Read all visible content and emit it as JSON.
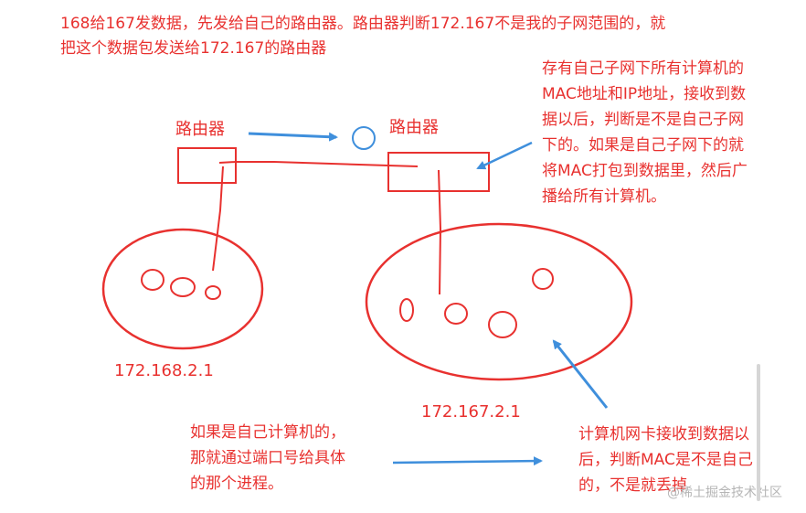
{
  "header": {
    "line1": "168给167发数据，先发给自己的路由器。路由器判断172.167不是我的子网范围的，就",
    "line2": "把这个数据包发送给172.167的路由器"
  },
  "router_left": {
    "label": "路由器"
  },
  "router_right": {
    "label": "路由器"
  },
  "router_note": {
    "lines": [
      "存有自己子网下所有计算机的",
      "MAC地址和IP地址，接收到数",
      "据以后，判断是不是自己子网",
      "下的。如果是自己子网下的就",
      "将MAC打包到数据里，然后广",
      "播给所有计算机。"
    ]
  },
  "subnet_left": {
    "ip": "172.168.2.1"
  },
  "subnet_right": {
    "ip": "172.167.2.1"
  },
  "port_note": {
    "lines": [
      "如果是自己计算机的，",
      "那就通过端口号给具体",
      "的那个进程。"
    ]
  },
  "nic_note": {
    "lines": [
      "计算机网卡接收到数据以",
      "后，判断MAC是不是自己",
      "的，不是就丢掉"
    ]
  },
  "watermark": "@稀土掘金技术社区",
  "colors": {
    "red": "#e8312f",
    "blue": "#3f8fdc"
  }
}
